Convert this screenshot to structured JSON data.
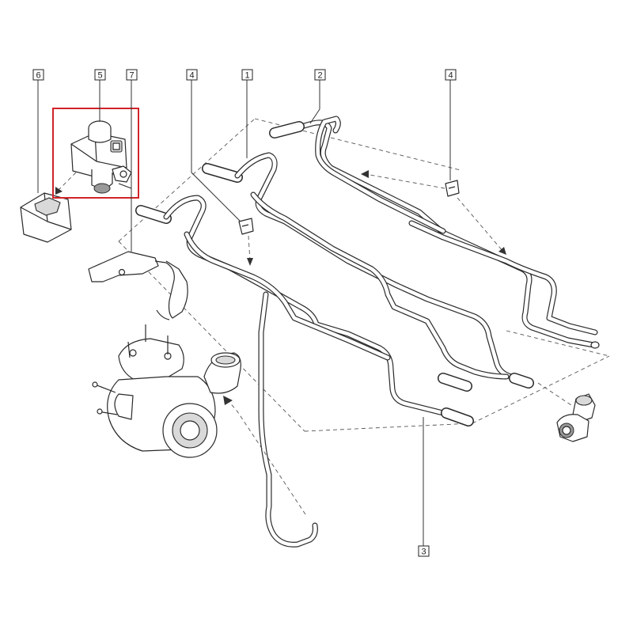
{
  "callouts": {
    "c1": "1",
    "c2": "2",
    "c3": "3",
    "c4a": "4",
    "c4b": "4",
    "c5": "5",
    "c6": "6",
    "c7": "7"
  },
  "highlight": {
    "color": "#d2232a",
    "target": "part-5"
  },
  "colors": {
    "line": "#2a2a2a",
    "background": "#ffffff"
  }
}
